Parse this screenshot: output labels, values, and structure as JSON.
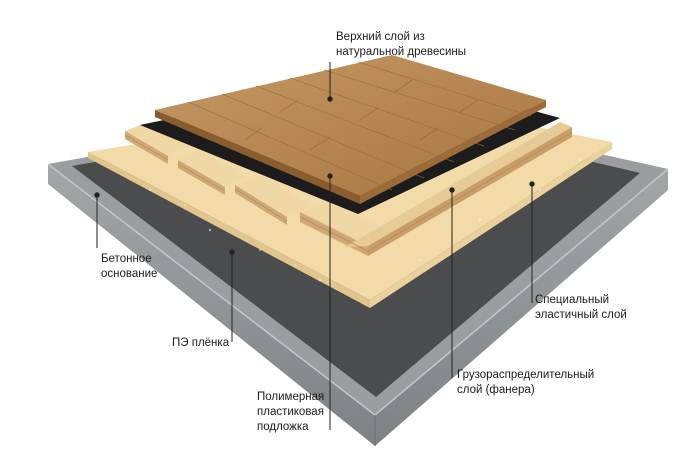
{
  "labels": {
    "top_layer": [
      "Верхний слой из",
      "натуральной древесины"
    ],
    "concrete_base": [
      "Бетонное",
      "основание"
    ],
    "pe_film": [
      "ПЭ плёнка"
    ],
    "polymer_underlay": [
      "Полимерная",
      "пластиковая",
      "подложка"
    ],
    "load_distributing": [
      "Грузораспределительный",
      "слой (фанера)"
    ],
    "elastic_layer": [
      "Специальный",
      "эластичный слой"
    ]
  },
  "colors": {
    "concrete": "#8f9498",
    "pe_film": "#4a4c4e",
    "elastic": "#f1d9a3",
    "plywood": "#e8cf9c",
    "underlay": "#1c1c1c",
    "wood": "#b88854"
  }
}
